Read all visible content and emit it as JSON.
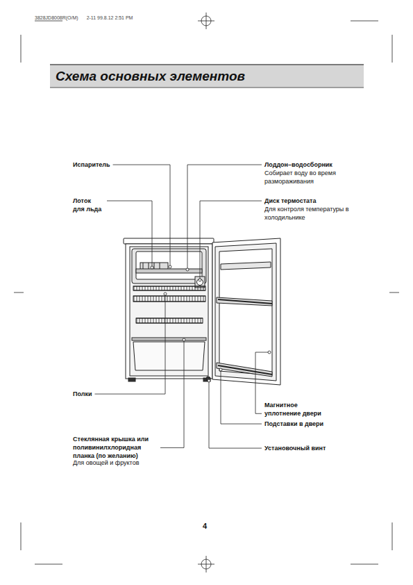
{
  "diagram": {
    "title": "Схема основных элементов",
    "labels": [
      "Испаритель",
      "Лоток для льда",
      "Полки",
      "Стеклянная крышка или поливинилхлоридная планка (по желанию)",
      "Для овощей и фруктов",
      "Лоддон–водосборник",
      "Собирает воду во время размораживания",
      "Диск термостата",
      "Для контроля температуры в холодильнике",
      "Магнитное уплотнение двери",
      "Подставки в двери",
      "Установочный винт",
      "4",
      "3828JD8008R(O/M)",
      "2-11 99.8.12 2:51 PM"
    ]
  }
}
